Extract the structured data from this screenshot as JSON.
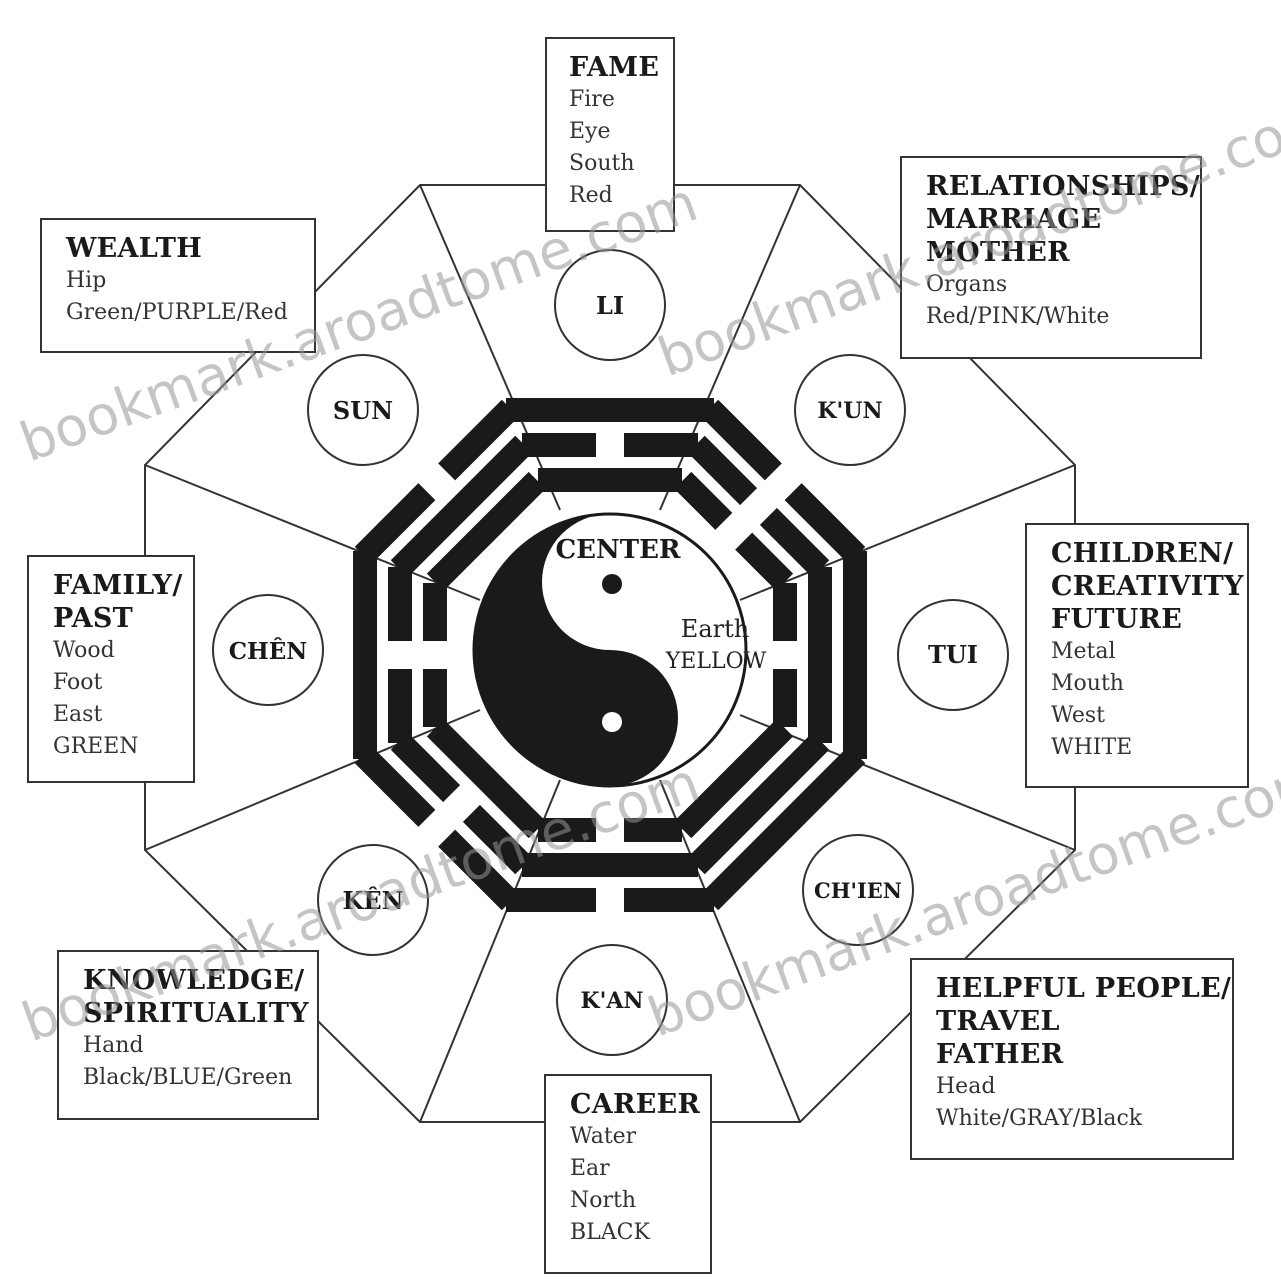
{
  "center": {
    "label": "CENTER",
    "element": "Earth",
    "color": "YELLOW"
  },
  "trigrams": {
    "li": "LI",
    "kun": "K'UN",
    "tui": "TUI",
    "chien": "CH'IEN",
    "kan": "K'AN",
    "ken": "KÊN",
    "chen": "CHÊN",
    "sun": "SUN"
  },
  "areas": {
    "fame": {
      "title": [
        "FAME"
      ],
      "lines": [
        "Fire",
        "Eye",
        "South",
        "Red"
      ]
    },
    "relationships": {
      "title": [
        "RELATIONSHIPS/",
        "MARRIAGE",
        "MOTHER"
      ],
      "lines": [
        "Organs",
        "Red/PINK/White"
      ]
    },
    "children": {
      "title": [
        "CHILDREN/",
        "CREATIVITY",
        "FUTURE"
      ],
      "lines": [
        "Metal",
        "Mouth",
        "West",
        "WHITE"
      ]
    },
    "helpful": {
      "title": [
        "HELPFUL PEOPLE/",
        "TRAVEL",
        "FATHER"
      ],
      "lines": [
        "Head",
        "White/GRAY/Black"
      ]
    },
    "career": {
      "title": [
        "CAREER"
      ],
      "lines": [
        "Water",
        "Ear",
        "North",
        "BLACK"
      ]
    },
    "knowledge": {
      "title": [
        "KNOWLEDGE/",
        "SPIRITUALITY"
      ],
      "lines": [
        "Hand",
        "Black/BLUE/Green"
      ]
    },
    "family": {
      "title": [
        "FAMILY/",
        "PAST"
      ],
      "lines": [
        "Wood",
        "Foot",
        "East",
        "GREEN"
      ]
    },
    "wealth": {
      "title": [
        "WEALTH"
      ],
      "lines": [
        "Hip",
        "Green/PURPLE/Red"
      ]
    }
  },
  "watermark": "bookmark.aroadtome.com",
  "colors": {
    "ink": "#1a1a1a",
    "line": "#333333",
    "paper": "#ffffff"
  }
}
